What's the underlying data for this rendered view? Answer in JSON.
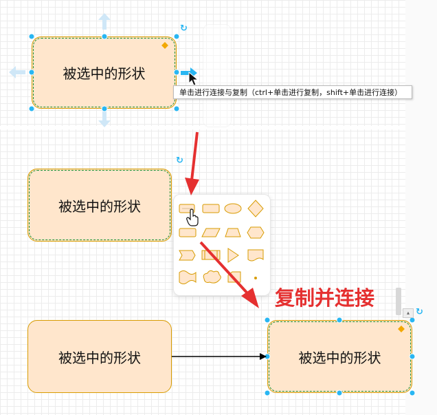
{
  "top_panel": {
    "shape_label": "被选中的形状",
    "tooltip_text": "单击进行连接与复制（ctrl+单击进行复制，shift+单击进行连接）"
  },
  "middle_panel": {
    "shape_label": "被选中的形状",
    "picker_shapes": [
      "rectangle-with-text",
      "rectangle",
      "ellipse",
      "diamond",
      "wide-rectangle",
      "parallelogram",
      "trapezoid",
      "hexagon",
      "step",
      "process",
      "triangle",
      "document",
      "tape",
      "cloud",
      "card",
      "point"
    ]
  },
  "bottom_panel": {
    "source_label": "被选中的形状",
    "target_label": "被选中的形状",
    "annotation": "复制并连接"
  },
  "icons": {
    "rotate": "↻",
    "cursor": "pointer-hand-icon",
    "arrow": "blue-arrow-icon"
  },
  "colors": {
    "shape_fill": "#ffe6cc",
    "shape_stroke": "#d79b00",
    "handle": "#29b6f2",
    "annotation_red": "#e53030"
  }
}
